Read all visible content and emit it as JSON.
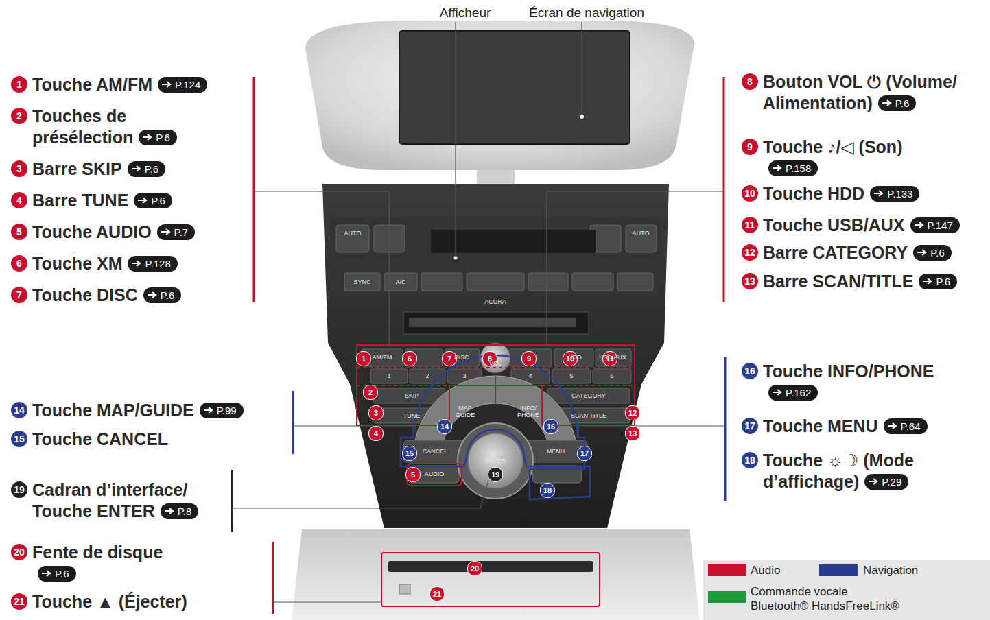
{
  "diagram": {
    "labels": [
      "Afficheur",
      "Écran de navigation",
      "1",
      "Touche AM/FM",
      "P.124",
      "2",
      "Touches de présélection",
      "P.6",
      "3",
      "Barre SKIP",
      "P.6",
      "4",
      "Barre TUNE",
      "P.6",
      "5",
      "Touche AUDIO",
      "P.7",
      "6",
      "Touche XM",
      "P.128",
      "7",
      "Touche DISC",
      "P.6",
      "8",
      "Bouton VOL ⏻ (Volume/ Alimentation)",
      "P.6",
      "9",
      "Touche ♪/◁ (Son)",
      "P.158",
      "10",
      "Touche HDD",
      "P.133",
      "11",
      "Touche USB/AUX",
      "P.147",
      "12",
      "Barre CATEGORY",
      "P.6",
      "13",
      "Barre SCAN/TITLE",
      "P.6",
      "14",
      "Touche MAP/GUIDE",
      "P.99",
      "15",
      "Touche CANCEL",
      "19",
      "Cadran d’interface/ Touche ENTER",
      "P.8",
      "20",
      "Fente de disque",
      "P.6",
      "21",
      "Touche ▲ (Éjecter)",
      "16",
      "Touche INFO/PHONE",
      "P.162",
      "17",
      "Touche MENU",
      "P.64",
      "18",
      "Touche ☼☽ (Mode d’affichage)",
      "P.29",
      "1",
      "6",
      "7",
      "8",
      "9",
      "10",
      "11",
      "2",
      "3",
      "12",
      "4",
      "13",
      "14",
      "16",
      "15",
      "17",
      "5",
      "19",
      "18",
      "20",
      "21",
      "AM/FM",
      "DISC",
      "VOL",
      "HDD",
      "USB/AUX",
      "1",
      "2",
      "3",
      "4",
      "5",
      "6",
      "SKIP",
      "TUNE",
      "CATEGORY",
      "SCAN TITLE",
      "MAP GUIDE",
      "INFO/ PHONE",
      "CANCEL",
      "AUDIO",
      "ENTER",
      "MENU",
      "ACURA",
      "SYNC",
      "A/C",
      "AUTO",
      "AUTO"
    ],
    "legend": [
      {
        "text": "Audio",
        "color": "#c8102e"
      },
      {
        "text": "Navigation",
        "color": "#2b3d91"
      },
      {
        "text": "Commande vocale Bluetooth® HandsFreeLink®",
        "color": "#1f9a3c"
      }
    ]
  }
}
